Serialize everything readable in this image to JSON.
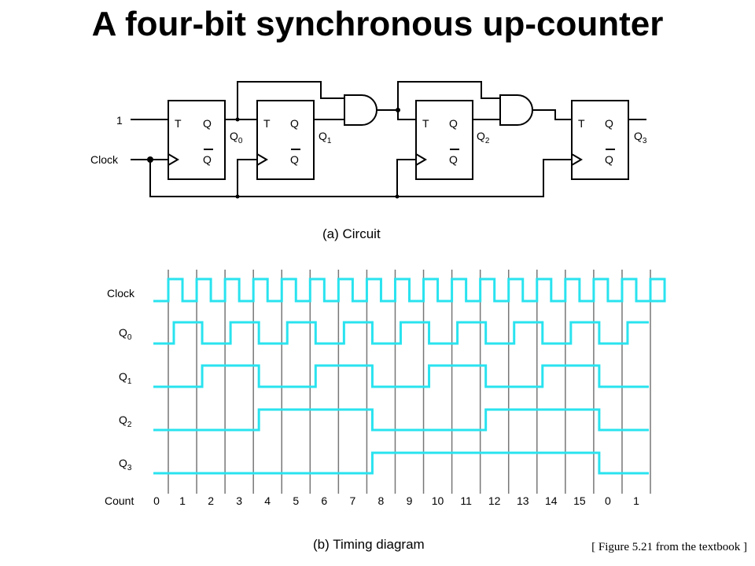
{
  "title": "A four-bit synchronous up-counter",
  "circuit": {
    "caption": "(a) Circuit",
    "input_one_label": "1",
    "clock_label": "Clock",
    "flipflop_t_label": "T",
    "flipflop_q_label": "Q",
    "outputs": [
      {
        "base": "Q",
        "sub": "0"
      },
      {
        "base": "Q",
        "sub": "1"
      },
      {
        "base": "Q",
        "sub": "2"
      },
      {
        "base": "Q",
        "sub": "3"
      }
    ]
  },
  "timing": {
    "caption": "(b) Timing diagram",
    "clock_label": "Clock",
    "signals": [
      {
        "base": "Q",
        "sub": "0"
      },
      {
        "base": "Q",
        "sub": "1"
      },
      {
        "base": "Q",
        "sub": "2"
      },
      {
        "base": "Q",
        "sub": "3"
      }
    ],
    "count_label": "Count",
    "counts": [
      "0",
      "1",
      "2",
      "3",
      "4",
      "5",
      "6",
      "7",
      "8",
      "9",
      "10",
      "11",
      "12",
      "13",
      "14",
      "15",
      "0",
      "1"
    ],
    "wave_color": "#29e3ef",
    "grid_color": "#777777"
  },
  "source_note": "[ Figure 5.21 from the textbook ]"
}
